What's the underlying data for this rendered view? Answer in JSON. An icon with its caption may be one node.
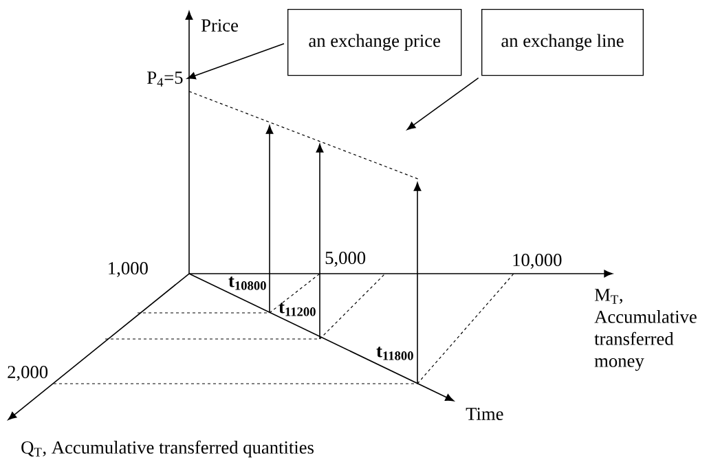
{
  "diagram": {
    "nodes": [
      {
        "text": [
          "an exchange price"
        ]
      },
      {
        "text": [
          "an exchange line"
        ]
      },
      {
        "text": [
          "P$_{4}$=5"
        ]
      }
    ],
    "edges": [
      {
        "from": 0,
        "to": 2,
        "arrow": "to"
      },
      {
        "from": 1,
        "to": null,
        "arrow": "to"
      }
    ],
    "labels": [
      "Price",
      "1,000",
      "5,000",
      "10,000",
      "2,000",
      "t$_{10800}$",
      "t$_{11200}$",
      "t$_{11800}$",
      "Time",
      "M$_{T}$, Accumulative transferred money",
      "Q$_{T}$,  Accumulative transferred quantities"
    ]
  }
}
